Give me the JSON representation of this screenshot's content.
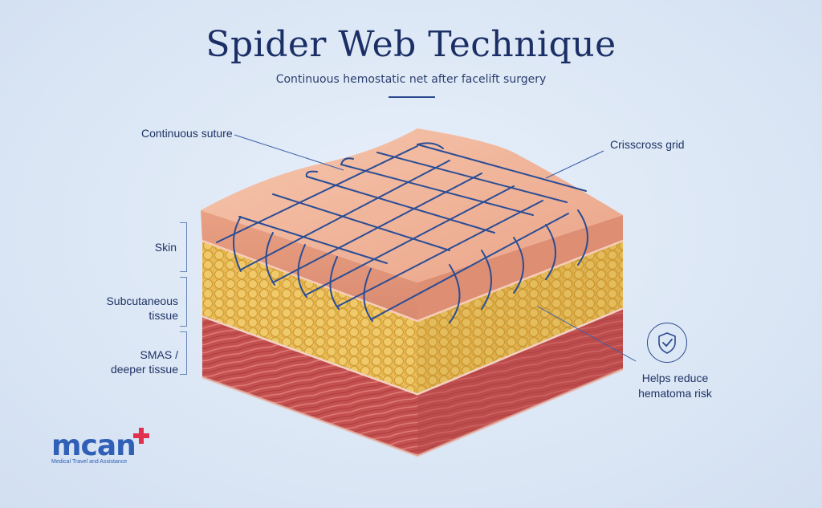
{
  "title": "Spider Web Technique",
  "subtitle": "Continuous hemostatic net after facelift surgery",
  "labels": {
    "continuous_suture": "Continuous suture",
    "crisscross_grid": "Crisscross grid",
    "skin": "Skin",
    "subcutaneous_line1": "Subcutaneous",
    "subcutaneous_line2": "tissue",
    "smas_line1": "SMAS /",
    "smas_line2": "deeper tissue",
    "benefit_line1": "Helps reduce",
    "benefit_line2": "hematoma risk"
  },
  "icons": {
    "benefit": "shield-check-icon",
    "brand": "medical-cross-icon"
  },
  "brand": {
    "word": "mcan",
    "tagline": "Medical Travel and Assistance"
  },
  "colors": {
    "background": "#dde8f6",
    "title": "#1b2f66",
    "suture": "#2b4d95",
    "skin": "#f1b59a",
    "fat": "#e9be5a",
    "muscle": "#c8585a",
    "brand": "#2f5fb6",
    "brand_cross": "#e0304e"
  }
}
